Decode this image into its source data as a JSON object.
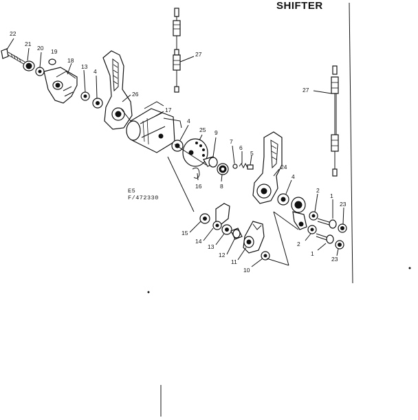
{
  "header": {
    "title": "SHIFTER"
  },
  "reference": {
    "line1": "E5",
    "line2": "F/472330"
  },
  "callouts": {
    "c22": "22",
    "c21": "21",
    "c20": "20",
    "c19": "19",
    "c18": "18",
    "c13a": "13",
    "c4a": "4",
    "c26": "26",
    "c17": "17",
    "c4b": "4",
    "c25": "25",
    "c9": "9",
    "c7": "7",
    "c6": "6",
    "c5": "5",
    "c16": "16",
    "c8": "8",
    "c24": "24",
    "c4c": "4",
    "c2a": "2",
    "c1a": "1",
    "c23a": "23",
    "c27a": "27",
    "c27b": "27",
    "c15": "15",
    "c14": "14",
    "c13b": "13",
    "c12": "12",
    "c11": "11",
    "c10": "10",
    "c2b": "2",
    "c1b": "1",
    "c23b": "23"
  }
}
